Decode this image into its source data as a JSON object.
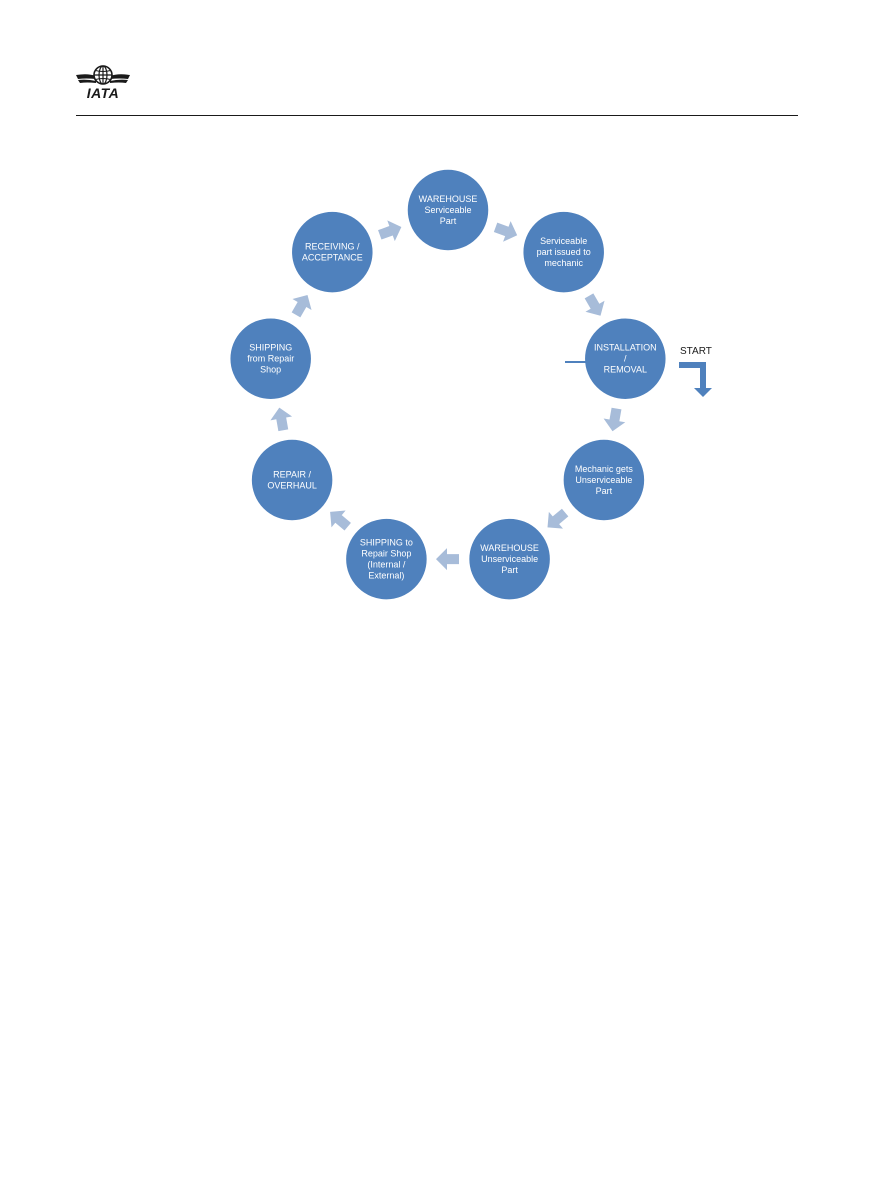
{
  "header": {
    "logo_text": "IATA"
  },
  "diagram": {
    "nodes": [
      {
        "id": "warehouse-serviceable",
        "lines": [
          "WAREHOUSE",
          "Serviceable",
          "Part"
        ]
      },
      {
        "id": "part-issued",
        "lines": [
          "Serviceable",
          "part issued to",
          "mechanic"
        ]
      },
      {
        "id": "installation-removal",
        "lines": [
          "INSTALLATION",
          "/",
          "REMOVAL"
        ]
      },
      {
        "id": "mechanic-gets",
        "lines": [
          "Mechanic gets",
          "Unserviceable",
          "Part"
        ]
      },
      {
        "id": "warehouse-unserviceable",
        "lines": [
          "WAREHOUSE",
          "Unserviceable",
          "Part"
        ]
      },
      {
        "id": "shipping-to-repair",
        "lines": [
          "SHIPPING to",
          "Repair Shop",
          "(Internal /",
          "External)"
        ]
      },
      {
        "id": "repair-overhaul",
        "lines": [
          "REPAIR /",
          "OVERHAUL"
        ]
      },
      {
        "id": "shipping-from-repair",
        "lines": [
          "SHIPPING",
          "from Repair",
          "Shop"
        ]
      },
      {
        "id": "receiving-acceptance",
        "lines": [
          "RECEIVING /",
          "ACCEPTANCE"
        ]
      }
    ],
    "start_label": "START",
    "colors": {
      "node_fill": "#4f81bd",
      "node_stroke": "#ffffff",
      "arrow_fill": "#a7bcd9",
      "start_arrow": "#4f81bd"
    }
  }
}
